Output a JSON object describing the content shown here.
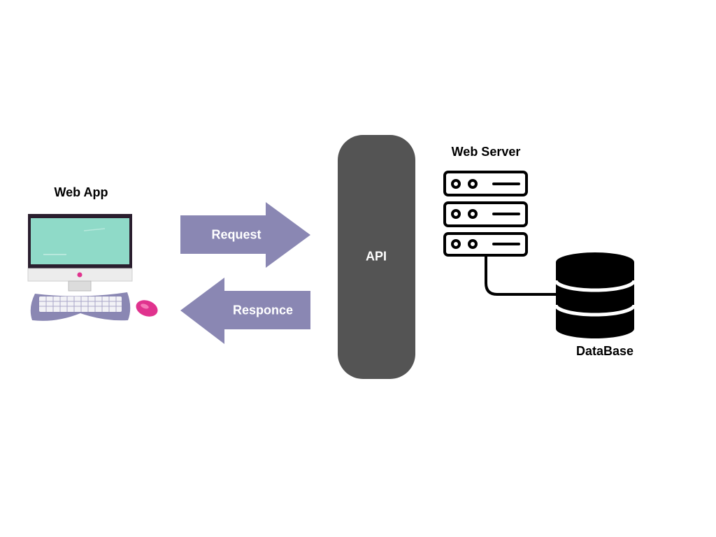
{
  "colors": {
    "arrow": "#8a87b3",
    "api_block": "#545454",
    "screen": "#8fdac8",
    "monitor_frame": "#2a1e2e",
    "keyboard": "#8a87b3",
    "mouse": "#e0338e",
    "icon_black": "#000000"
  },
  "web_app": {
    "label": "Web App",
    "icon": "desktop-computer-icon"
  },
  "request_arrow": {
    "label": "Request",
    "direction": "right"
  },
  "response_arrow": {
    "label": "Responce",
    "direction": "left"
  },
  "api": {
    "label": "API"
  },
  "web_server": {
    "label": "Web Server",
    "icon": "server-rack-icon"
  },
  "database": {
    "label": "DataBase",
    "icon": "database-icon"
  }
}
